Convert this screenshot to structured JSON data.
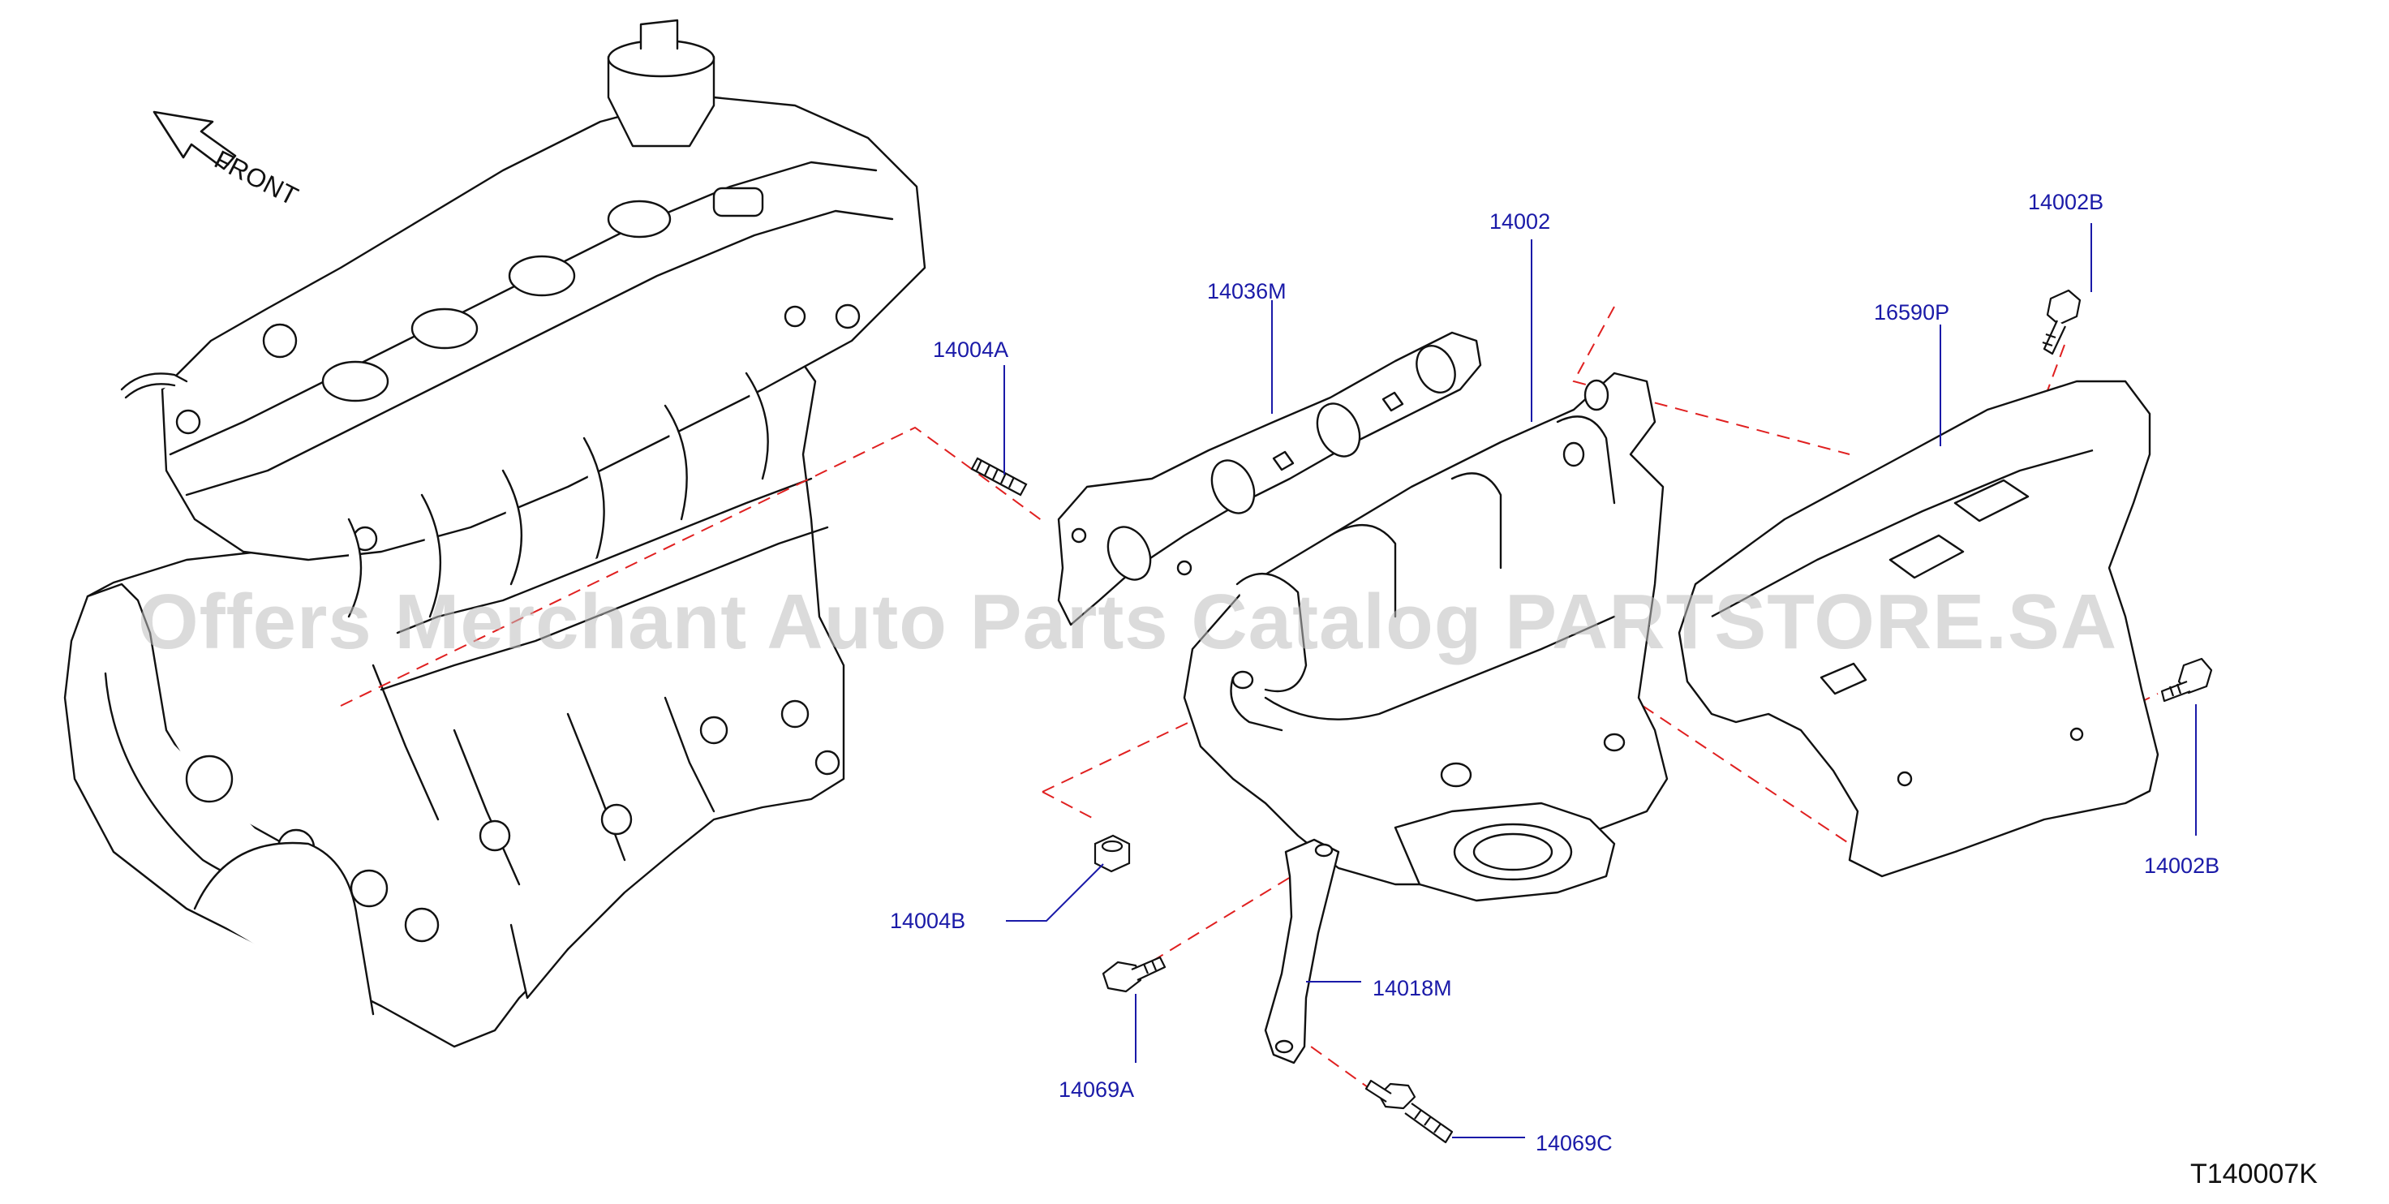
{
  "diagram": {
    "front_label": "FRONT",
    "diagram_id": "T140007K",
    "watermark": "Offers Merchant Auto Parts Catalog PARTSTORE.SA",
    "label_color": "#1a1aa8",
    "leader_color": "#1a1aa8",
    "dash_color": "#e02020",
    "line_color": "#111111"
  },
  "parts": [
    {
      "id": "p14004A",
      "number": "14004A"
    },
    {
      "id": "p14036M",
      "number": "14036M"
    },
    {
      "id": "p14002",
      "number": "14002"
    },
    {
      "id": "p14002B_top",
      "number": "14002B"
    },
    {
      "id": "p16590P",
      "number": "16590P"
    },
    {
      "id": "p14002B_right",
      "number": "14002B"
    },
    {
      "id": "p14004B",
      "number": "14004B"
    },
    {
      "id": "p14018M",
      "number": "14018M"
    },
    {
      "id": "p14069A",
      "number": "14069A"
    },
    {
      "id": "p14069C",
      "number": "14069C"
    }
  ]
}
